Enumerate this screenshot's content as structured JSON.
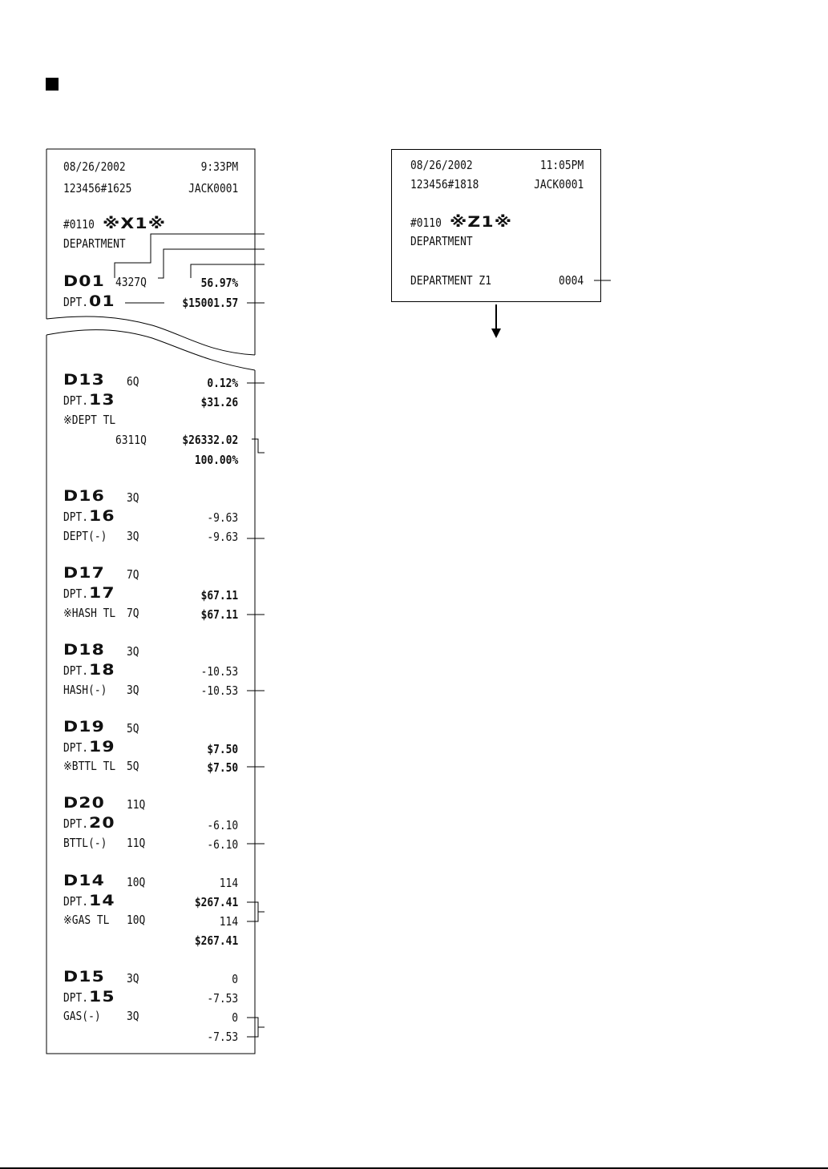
{
  "xreport": {
    "date": "08/26/2002",
    "time": "9:33PM",
    "terminal": "123456#1625",
    "clerk": "JACK0001",
    "code": "#0110",
    "mode": "※X1※",
    "title": "DEPARTMENT",
    "d01": {
      "label": "D01",
      "qty": "4327Q",
      "pct": "56.97%",
      "dpt": "DPT.01",
      "amount": "$15001.57"
    },
    "d13": {
      "label": "D13",
      "qty": "6Q",
      "pct": "0.12%",
      "dpt": "DPT.13",
      "amount": "$31.26"
    },
    "dept_tl": {
      "label": "※DEPT TL",
      "qty": "6311Q",
      "amount": "$26332.02",
      "pct": "100.00%"
    },
    "d16": {
      "label": "D16",
      "qty": "3Q",
      "dpt": "DPT.16",
      "amount": "-9.63",
      "sub_label": "DEPT(-)",
      "sub_qty": "3Q",
      "sub_amount": "-9.63"
    },
    "d17": {
      "label": "D17",
      "qty": "7Q",
      "dpt": "DPT.17",
      "amount": "$67.11",
      "sub_label": "※HASH TL",
      "sub_qty": "7Q",
      "sub_amount": "$67.11"
    },
    "d18": {
      "label": "D18",
      "qty": "3Q",
      "dpt": "DPT.18",
      "amount": "-10.53",
      "sub_label": "HASH(-)",
      "sub_qty": "3Q",
      "sub_amount": "-10.53"
    },
    "d19": {
      "label": "D19",
      "qty": "5Q",
      "dpt": "DPT.19",
      "amount": "$7.50",
      "sub_label": "※BTTL TL",
      "sub_qty": "5Q",
      "sub_amount": "$7.50"
    },
    "d20": {
      "label": "D20",
      "qty": "11Q",
      "dpt": "DPT.20",
      "amount": "-6.10",
      "sub_label": "BTTL(-)",
      "sub_qty": "11Q",
      "sub_amount": "-6.10"
    },
    "d14": {
      "label": "D14",
      "qty": "10Q",
      "val": "114",
      "dpt": "DPT.14",
      "amount": "$267.41",
      "sub_label": "※GAS TL",
      "sub_qty": "10Q",
      "sub_val": "114",
      "sub_amount": "$267.41"
    },
    "d15": {
      "label": "D15",
      "qty": "3Q",
      "val": "0",
      "dpt": "DPT.15",
      "amount": "-7.53",
      "sub_label": "GAS(-)",
      "sub_qty": "3Q",
      "sub_val": "0",
      "sub_amount": "-7.53"
    }
  },
  "zreport": {
    "date": "08/26/2002",
    "time": "11:05PM",
    "terminal": "123456#1818",
    "clerk": "JACK0001",
    "code": "#0110",
    "mode": "※Z1※",
    "title": "DEPARTMENT",
    "counter_label": "DEPARTMENT Z1",
    "counter_value": "0004"
  }
}
